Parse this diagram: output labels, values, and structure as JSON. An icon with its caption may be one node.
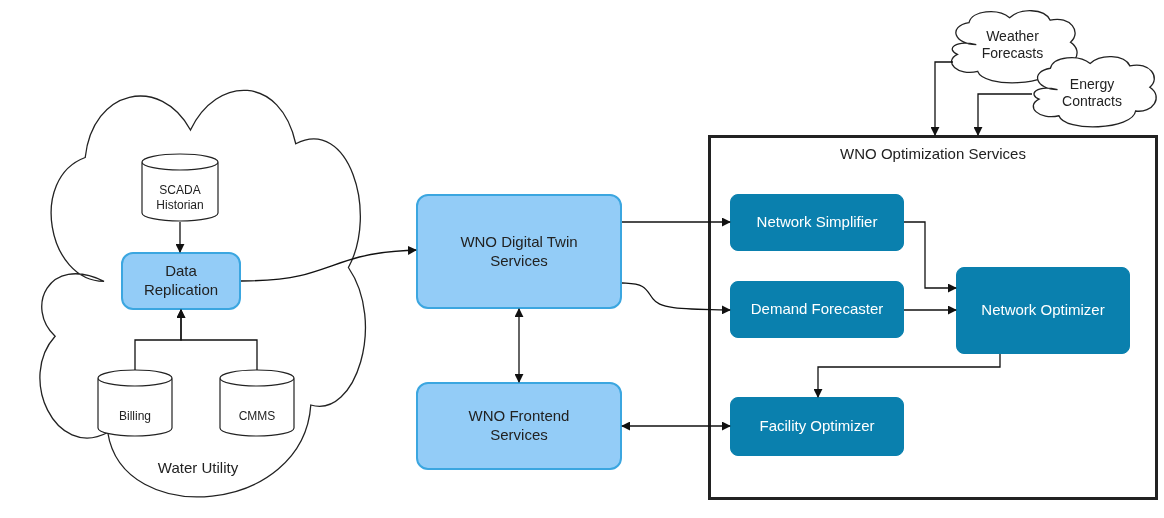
{
  "diagram": {
    "nodes": [
      {
        "text": [
          "Water Utility"
        ]
      },
      {
        "text": [
          "SCADA Historian"
        ],
        "in": 0
      },
      {
        "text": [
          "Data Replication"
        ],
        "in": 0
      },
      {
        "text": [
          "Billing"
        ],
        "in": 0
      },
      {
        "text": [
          "CMMS"
        ],
        "in": 0
      },
      {
        "text": [
          "WNO Digital Twin Services"
        ]
      },
      {
        "text": [
          "WNO Frontend Services"
        ]
      },
      {
        "text": [
          "WNO Optimization Services"
        ]
      },
      {
        "text": [
          "Network Simplifier"
        ],
        "in": 7
      },
      {
        "text": [
          "Demand Forecaster"
        ],
        "in": 7
      },
      {
        "text": [
          "Network Optimizer"
        ],
        "in": 7
      },
      {
        "text": [
          "Facility Optimizer"
        ],
        "in": 7
      },
      {
        "text": [
          "Weather Forecasts"
        ]
      },
      {
        "text": [
          "Energy Contracts"
        ]
      }
    ],
    "edges": [
      {
        "from": 1,
        "to": 2,
        "arrow": "to"
      },
      {
        "from": 3,
        "to": 2,
        "arrow": "to"
      },
      {
        "from": 4,
        "to": 2,
        "arrow": "to"
      },
      {
        "from": 2,
        "to": 5,
        "arrow": "to"
      },
      {
        "from": 5,
        "to": 8,
        "arrow": "to"
      },
      {
        "from": 5,
        "to": 9,
        "arrow": "to"
      },
      {
        "from": 5,
        "to": 6,
        "arrow": "both"
      },
      {
        "from": 8,
        "to": 10,
        "arrow": "to"
      },
      {
        "from": 9,
        "to": 10,
        "arrow": "to"
      },
      {
        "from": 10,
        "to": 11,
        "arrow": "to"
      },
      {
        "from": 6,
        "to": 11,
        "arrow": "both"
      },
      {
        "from": 12,
        "to": 7,
        "arrow": "to"
      },
      {
        "from": 13,
        "to": 7,
        "arrow": "to"
      }
    ]
  }
}
